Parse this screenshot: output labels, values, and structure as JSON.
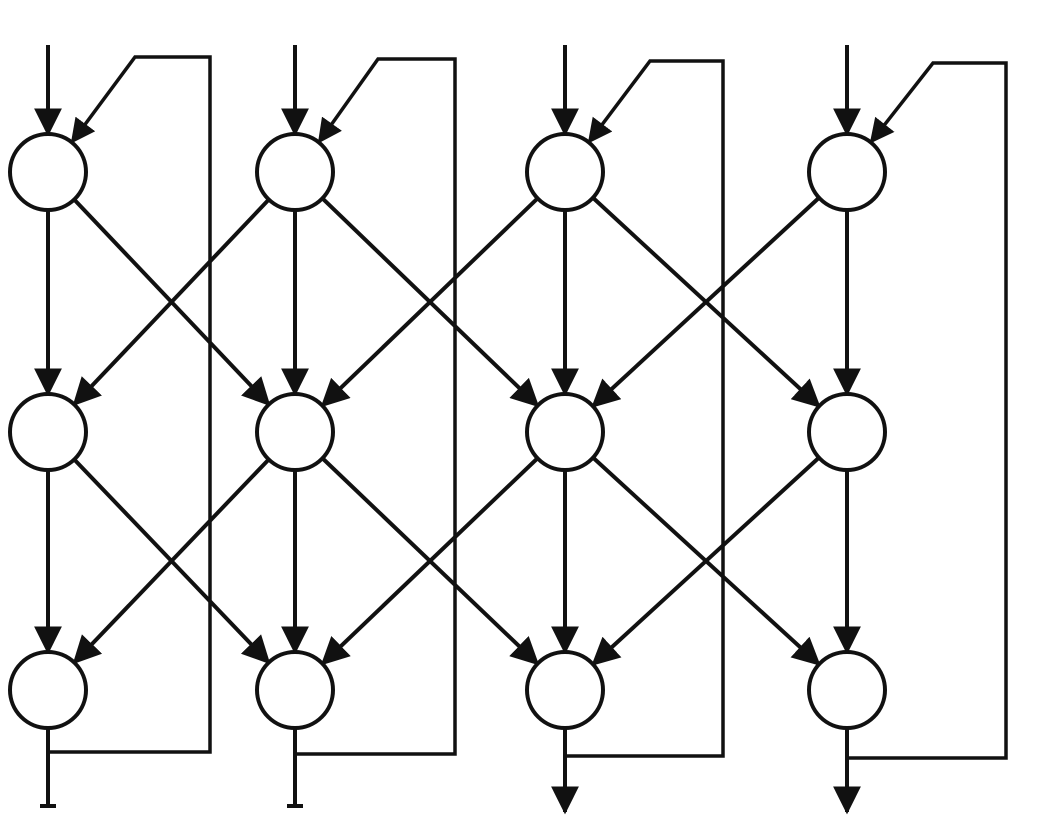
{
  "diagram": {
    "type": "lattice-network",
    "columns": 4,
    "rows": 3,
    "colors": {
      "stroke": "#111111",
      "background": "#ffffff"
    },
    "nodes": [
      {
        "id": "n00",
        "col": 0,
        "row": 0
      },
      {
        "id": "n01",
        "col": 1,
        "row": 0
      },
      {
        "id": "n02",
        "col": 2,
        "row": 0
      },
      {
        "id": "n03",
        "col": 3,
        "row": 0
      },
      {
        "id": "n10",
        "col": 0,
        "row": 1
      },
      {
        "id": "n11",
        "col": 1,
        "row": 1
      },
      {
        "id": "n12",
        "col": 2,
        "row": 1
      },
      {
        "id": "n13",
        "col": 3,
        "row": 1
      },
      {
        "id": "n20",
        "col": 0,
        "row": 2
      },
      {
        "id": "n21",
        "col": 1,
        "row": 2
      },
      {
        "id": "n22",
        "col": 2,
        "row": 2
      },
      {
        "id": "n23",
        "col": 3,
        "row": 2
      }
    ],
    "edges": [
      {
        "from": "n00",
        "to": "n10"
      },
      {
        "from": "n00",
        "to": "n11"
      },
      {
        "from": "n01",
        "to": "n10"
      },
      {
        "from": "n01",
        "to": "n11"
      },
      {
        "from": "n01",
        "to": "n12"
      },
      {
        "from": "n02",
        "to": "n11"
      },
      {
        "from": "n02",
        "to": "n12"
      },
      {
        "from": "n02",
        "to": "n13"
      },
      {
        "from": "n03",
        "to": "n12"
      },
      {
        "from": "n03",
        "to": "n13"
      },
      {
        "from": "n10",
        "to": "n20"
      },
      {
        "from": "n10",
        "to": "n21"
      },
      {
        "from": "n11",
        "to": "n20"
      },
      {
        "from": "n11",
        "to": "n21"
      },
      {
        "from": "n11",
        "to": "n22"
      },
      {
        "from": "n12",
        "to": "n21"
      },
      {
        "from": "n12",
        "to": "n22"
      },
      {
        "from": "n12",
        "to": "n23"
      },
      {
        "from": "n13",
        "to": "n22"
      },
      {
        "from": "n13",
        "to": "n23"
      }
    ],
    "inputs": [
      "n00",
      "n01",
      "n02",
      "n03"
    ],
    "feedback_loops": [
      {
        "from": "n20",
        "to": "n00"
      },
      {
        "from": "n21",
        "to": "n01"
      },
      {
        "from": "n22",
        "to": "n02"
      },
      {
        "from": "n23",
        "to": "n03"
      }
    ],
    "outputs": [
      {
        "node": "n20",
        "terminal": "bar"
      },
      {
        "node": "n21",
        "terminal": "bar"
      },
      {
        "node": "n22",
        "terminal": "arrow"
      },
      {
        "node": "n23",
        "terminal": "arrow"
      }
    ]
  }
}
